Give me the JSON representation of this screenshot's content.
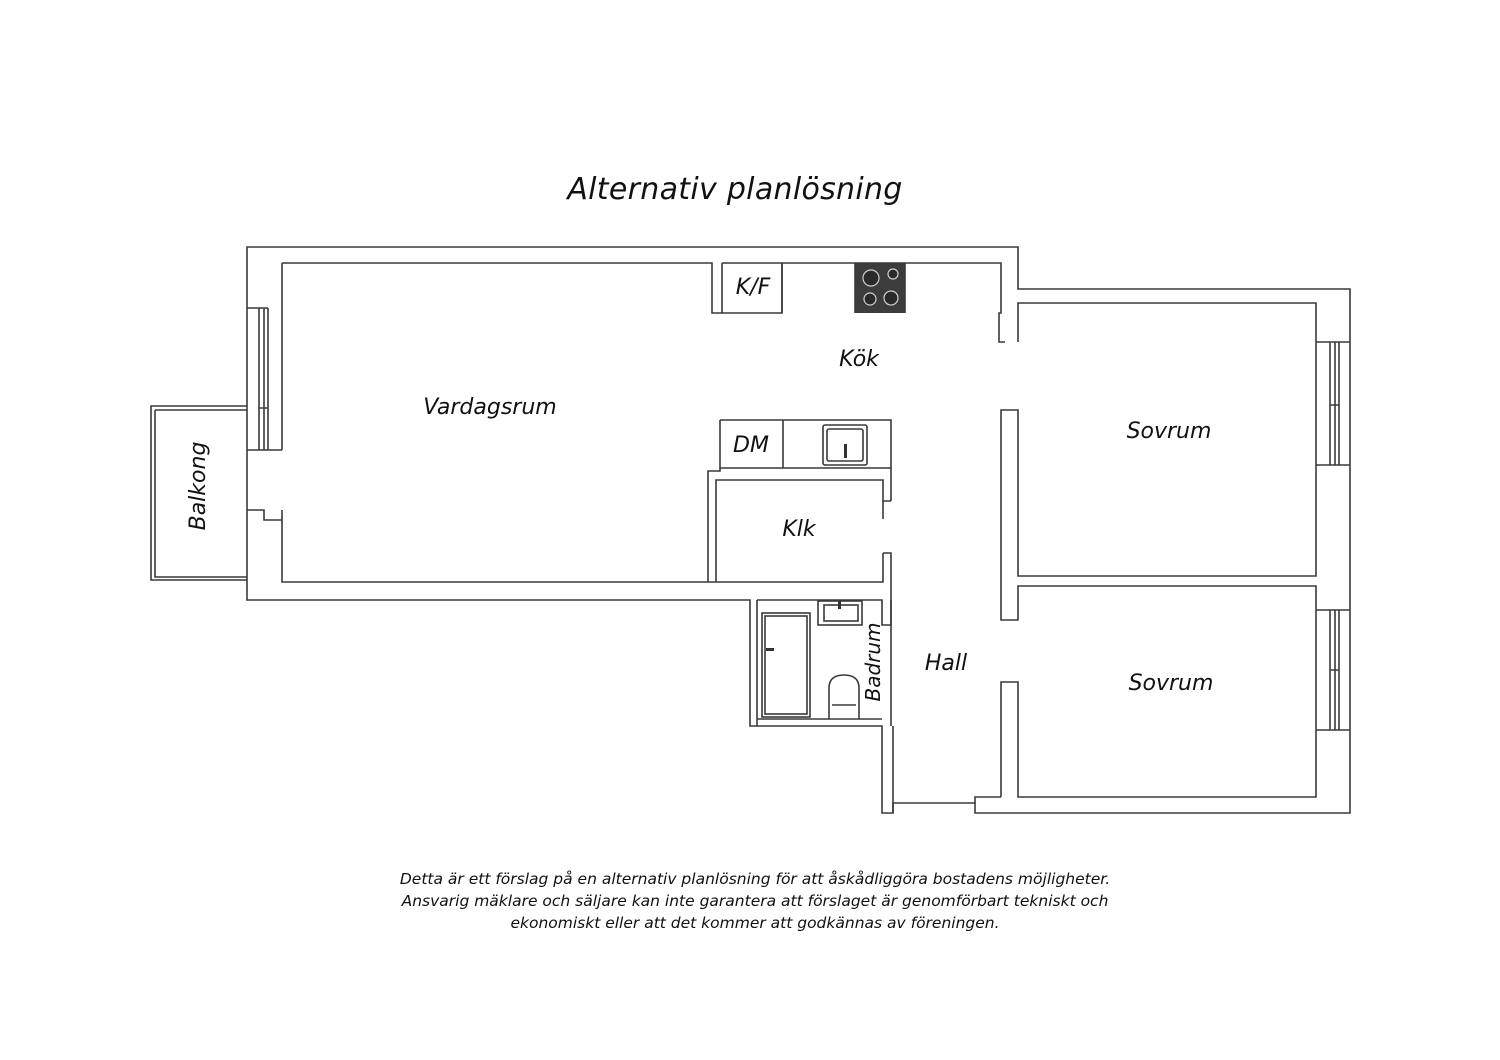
{
  "title": "Alternativ planlösning",
  "rooms": {
    "vardagsrum": "Vardagsrum",
    "kok": "Kök",
    "kf": "K/F",
    "dm": "DM",
    "klk": "Klk",
    "sovrum1": "Sovrum",
    "sovrum2": "Sovrum",
    "hall": "Hall",
    "badrum": "Badrum",
    "balkong": "Balkong"
  },
  "disclaimer": {
    "line1": "Detta är ett förslag på en alternativ planlösning för att åskådliggöra bostadens möjligheter.",
    "line2": "Ansvarig mäklare och säljare kan inte garantera att förslaget är genomförbart tekniskt och",
    "line3": "ekonomiskt eller att det kommer att godkännas av föreningen."
  },
  "colors": {
    "wall": "#3a3a3a",
    "stove": "#3c3c3c",
    "ink": "#111111"
  }
}
